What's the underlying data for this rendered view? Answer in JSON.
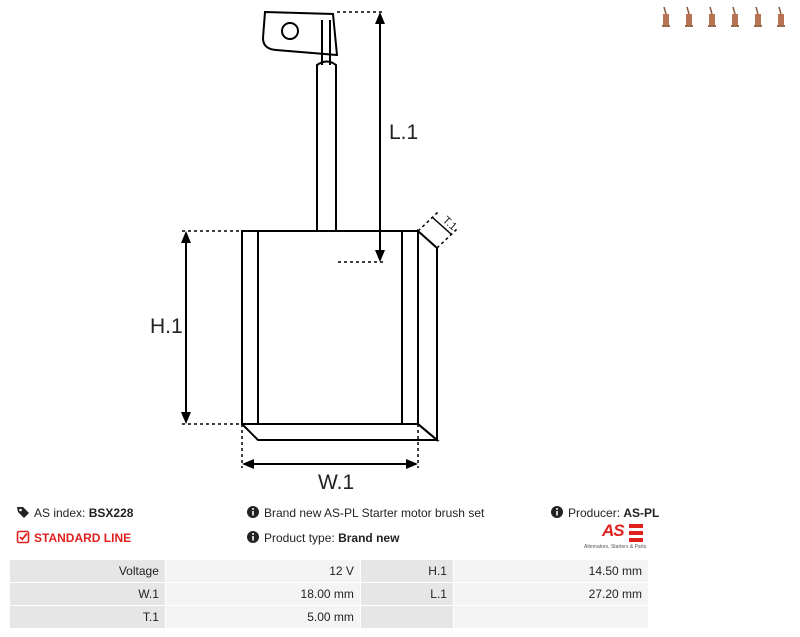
{
  "drawing": {
    "labels": {
      "length": "L.1",
      "height": "H.1",
      "width": "W.1",
      "thickness": "T.1"
    }
  },
  "thumbnail_count": 6,
  "info": {
    "as_index_label": "AS index:",
    "as_index_value": "BSX228",
    "line": "STANDARD LINE",
    "description": "Brand new AS-PL Starter motor brush set",
    "product_type_label": "Product type:",
    "product_type_value": "Brand new",
    "producer_label": "Producer:",
    "producer_value": "AS-PL"
  },
  "logo": {
    "text": "AS",
    "tagline": "Alternators, Starters & Parts"
  },
  "specs": [
    [
      "Voltage",
      "12 V",
      "H.1",
      "14.50 mm"
    ],
    [
      "W.1",
      "18.00 mm",
      "L.1",
      "27.20 mm"
    ],
    [
      "T.1",
      "5.00 mm",
      "",
      ""
    ]
  ],
  "colors": {
    "accent": "#e0221e",
    "copper": "#b87352",
    "label_bg": "#e6e6e6",
    "value_bg": "#f4f4f4"
  }
}
